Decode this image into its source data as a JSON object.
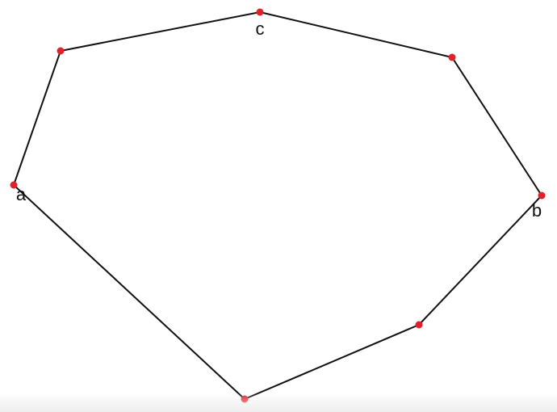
{
  "diagram": {
    "type": "polygon",
    "vertex_count": 7,
    "labels": {
      "a": "a",
      "b": "b",
      "c": "c"
    },
    "colors": {
      "edge": "#111111",
      "vertex": "#e0202a",
      "label": "#111111"
    }
  }
}
